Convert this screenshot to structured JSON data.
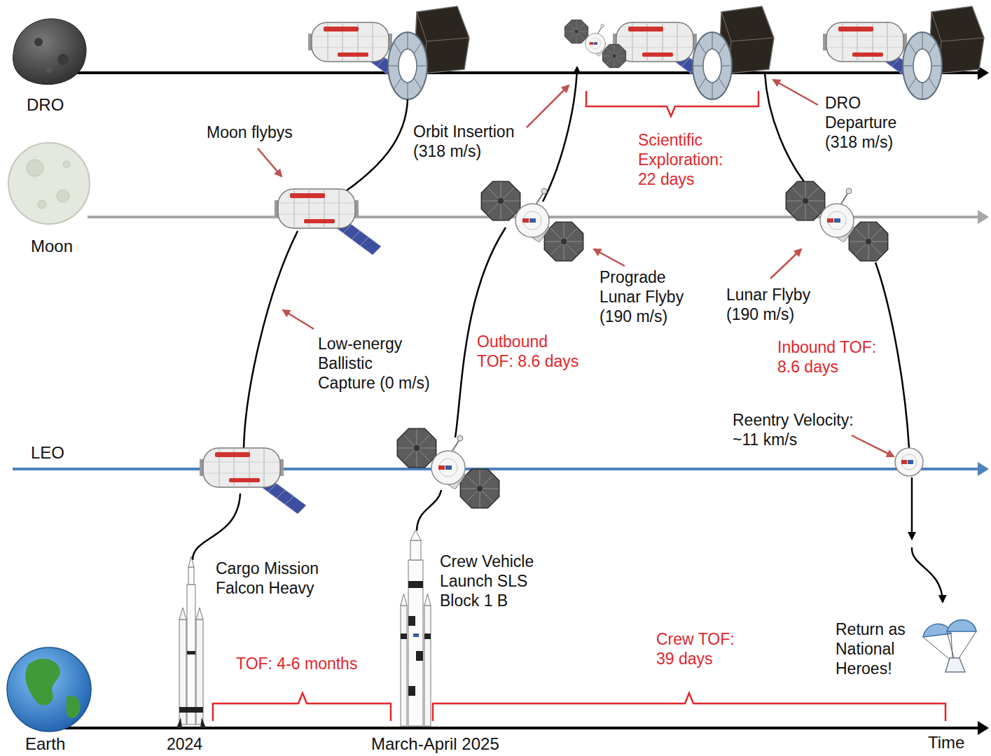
{
  "diagram": {
    "labels": [
      "DRO",
      "Moon flybys",
      "Orbit Insertion (318 m/s)",
      "Scientific Exploration: 22 days",
      "DRO Departure (318 m/s)",
      "Moon",
      "Prograde Lunar Flyby (190 m/s)",
      "Lunar Flyby (190 m/s)",
      "Low-energy Ballistic Capture (0 m/s)",
      "Outbound TOF: 8.6 days",
      "Inbound TOF: 8.6 days",
      "Reentry Velocity: ~11 km/s",
      "LEO",
      "Cargo Mission Falcon Heavy",
      "Crew Vehicle Launch SLS Block 1 B",
      "Return as National Heroes!",
      "TOF: 4-6 months",
      "Crew TOF: 39 days",
      "Earth",
      "2024",
      "March-April 2025",
      "Time"
    ]
  }
}
